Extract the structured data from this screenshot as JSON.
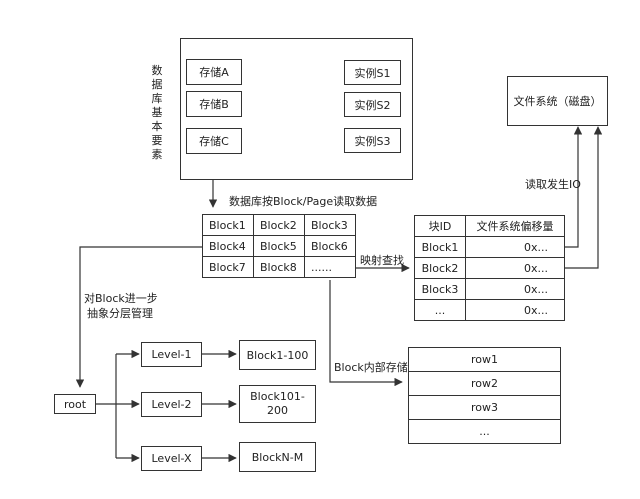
{
  "db_basic": {
    "title": "数据库基本要素",
    "storages": [
      "存储A",
      "存储B",
      "存储C"
    ],
    "instances": [
      "实例S1",
      "实例S2",
      "实例S3"
    ]
  },
  "file_system": "文件系统（磁盘）",
  "read_io_label": "读取发生IO",
  "read_by_block_label": "数据库按Block/Page读取数据",
  "blocks": [
    [
      "Block1",
      "Block2",
      "Block3"
    ],
    [
      "Block4",
      "Block5",
      "Block6"
    ],
    [
      "Block7",
      "Block8",
      "......"
    ]
  ],
  "map_label": "映射查找",
  "fs_table": {
    "headers": [
      "块ID",
      "文件系统偏移量"
    ],
    "rows": [
      [
        "Block1",
        "0x..."
      ],
      [
        "Block2",
        "0x..."
      ],
      [
        "Block3",
        "0x..."
      ],
      [
        "...",
        "0x..."
      ]
    ]
  },
  "abstract_label": [
    "对Block进一步",
    "抽象分层管理"
  ],
  "root": "root",
  "levels": [
    "Level-1",
    "Level-2",
    "Level-X"
  ],
  "level_targets": [
    "Block1-100",
    "Block101-\n200",
    "BlockN-M"
  ],
  "inner_storage_label": "Block内部存储",
  "rows": [
    "row1",
    "row2",
    "row3",
    "..."
  ]
}
